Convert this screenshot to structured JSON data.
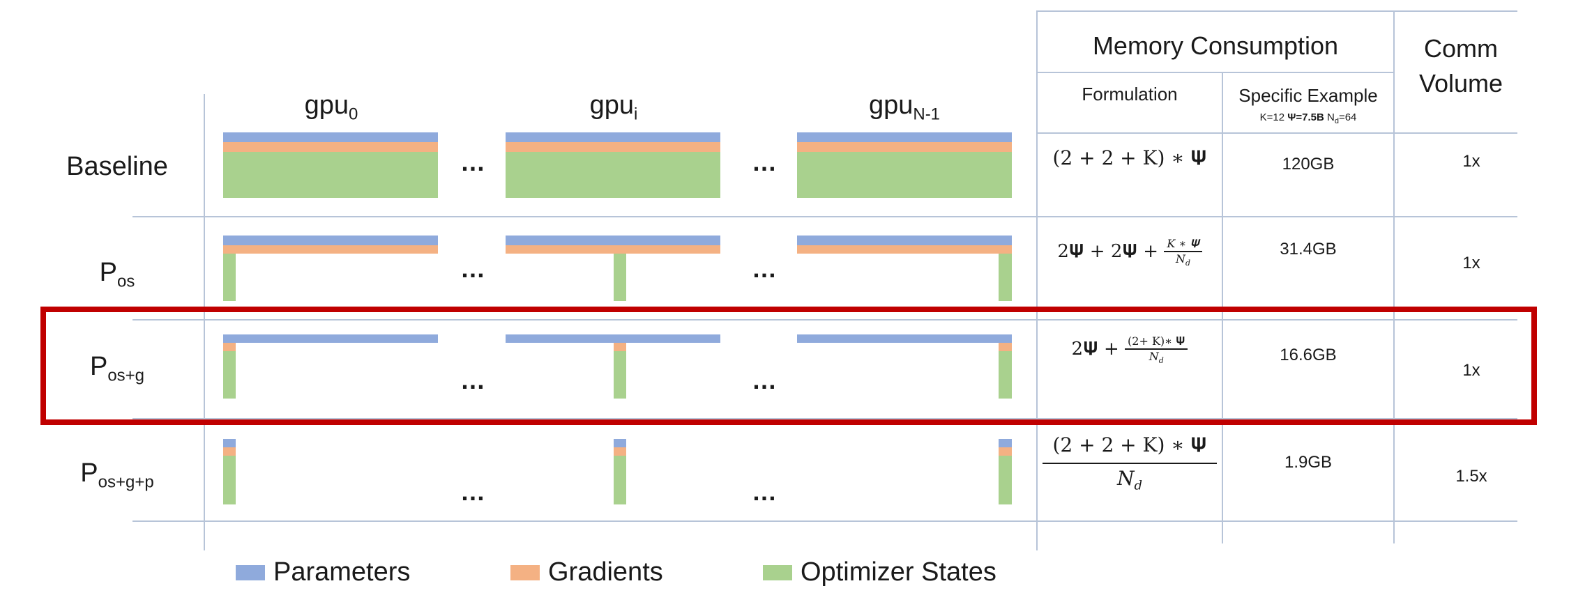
{
  "header": {
    "memory_consumption": "Memory Consumption",
    "formulation": "Formulation",
    "specific_example": "Specific Example",
    "example_params_k": "K=12",
    "example_params_psi": "Ψ=7.5B",
    "example_params_nd": "N",
    "example_params_nd_sub": "d",
    "example_params_nd_val": "=64",
    "comm_volume": "Comm Volume"
  },
  "gpus": [
    {
      "base": "gpu",
      "sub": "0"
    },
    {
      "base": "gpu",
      "sub": "i"
    },
    {
      "base": "gpu",
      "sub": "N-1"
    }
  ],
  "ellipsis": "…",
  "rows": [
    {
      "label_base": "Baseline",
      "label_sub": "",
      "memory": "120GB",
      "comm": "1x"
    },
    {
      "label_base": "P",
      "label_sub": "os",
      "memory": "31.4GB",
      "comm": "1x"
    },
    {
      "label_base": "P",
      "label_sub": "os+g",
      "memory": "16.6GB",
      "comm": "1x"
    },
    {
      "label_base": "P",
      "label_sub": "os+g+p",
      "memory": "1.9GB",
      "comm": "1.5x"
    }
  ],
  "formulas": {
    "baseline": "(2 + 2 + K) ∗ 𝚿",
    "pos_left": "2𝚿 + 2𝚿 +",
    "pos_num": "K ∗ 𝚿",
    "pos_den": "N",
    "pos_den_sub": "d",
    "posg_left": "2𝚿 +",
    "posg_num": "(2+ K)∗ 𝚿",
    "posg_den": "N",
    "posg_den_sub": "d",
    "posgp_num": "(2 +  2 +  K) ∗  𝚿",
    "posgp_den": "N",
    "posgp_den_sub": "d"
  },
  "legend": [
    {
      "label": "Parameters",
      "color": "#8faadc"
    },
    {
      "label": "Gradients",
      "color": "#f4b183"
    },
    {
      "label": "Optimizer States",
      "color": "#a9d18e"
    }
  ],
  "colors": {
    "highlight": "#c00000",
    "grid": "#b7c4d8"
  }
}
